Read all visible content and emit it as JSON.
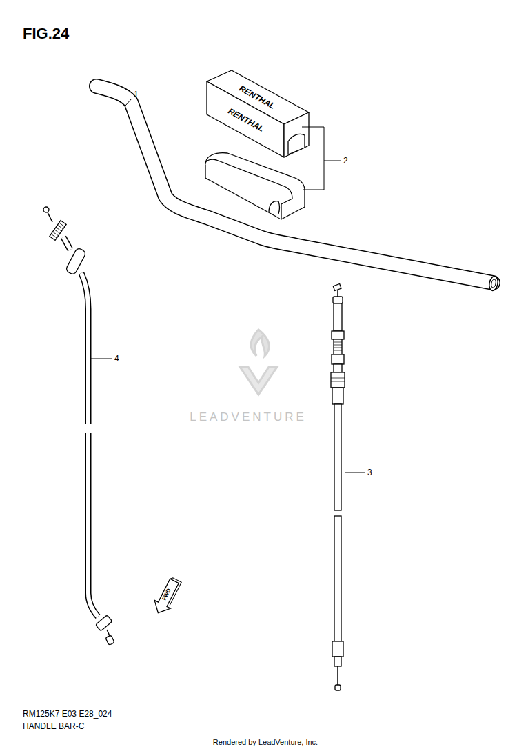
{
  "diagram": {
    "title": "FIG.24",
    "labels": [
      "1",
      "2",
      "3",
      "4",
      "RENTHAL",
      "RENTHAL",
      "LEADVENTURE",
      "FWD",
      "RM125K7 E03 E28_024",
      "HANDLE BAR-C",
      "Rendered by LeadVenture, Inc."
    ]
  }
}
